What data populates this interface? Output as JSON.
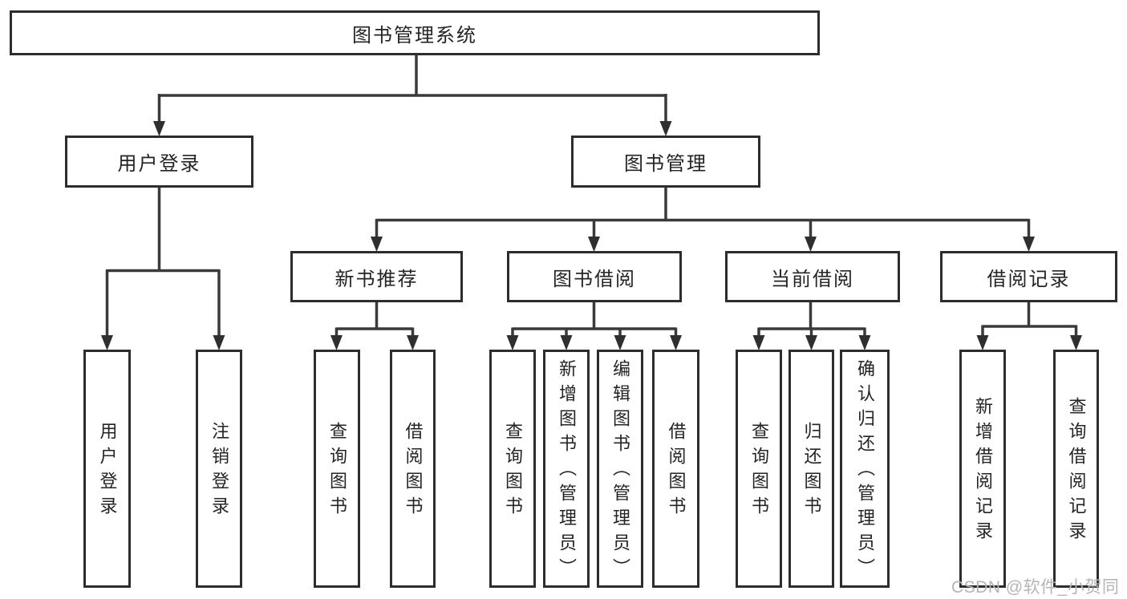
{
  "diagram": {
    "title": "图书管理系统",
    "tree": {
      "root": {
        "label": "图书管理系统"
      },
      "children": [
        {
          "label": "用户登录",
          "children": [
            {
              "label": "用户登录"
            },
            {
              "label": "注销登录"
            }
          ]
        },
        {
          "label": "图书管理",
          "children": [
            {
              "label": "新书推荐",
              "children": [
                {
                  "label": "查询图书"
                },
                {
                  "label": "借阅图书"
                }
              ]
            },
            {
              "label": "图书借阅",
              "children": [
                {
                  "label": "查询图书"
                },
                {
                  "label": "新增图书（管理员）"
                },
                {
                  "label": "编辑图书（管理员）"
                },
                {
                  "label": "借阅图书"
                }
              ]
            },
            {
              "label": "当前借阅",
              "children": [
                {
                  "label": "查询图书"
                },
                {
                  "label": "归还图书"
                },
                {
                  "label": "确认归还（管理员）"
                }
              ]
            },
            {
              "label": "借阅记录",
              "children": [
                {
                  "label": "新增借阅记录"
                },
                {
                  "label": "查询借阅记录"
                }
              ]
            }
          ]
        }
      ]
    },
    "colors": {
      "line": "#3a3a3a",
      "box_border": "#2d2d2d",
      "text": "#242424",
      "background": "#ffffff",
      "watermark": "#b5b5b5"
    }
  },
  "watermark": {
    "text": "CSDN @软件_小贺同学"
  }
}
